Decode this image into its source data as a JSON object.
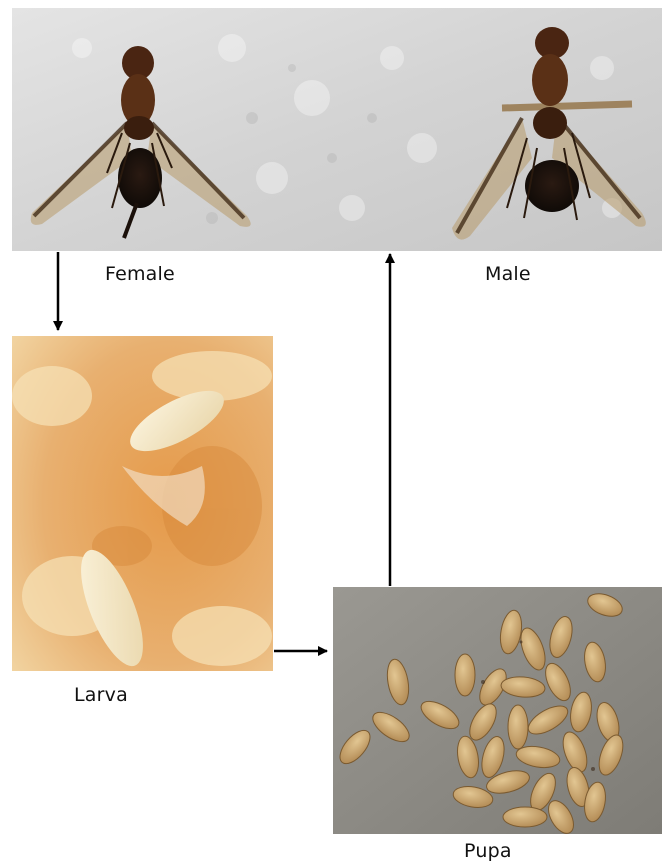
{
  "stages": {
    "female": "Female",
    "male": "Male",
    "larva": "Larva",
    "pupa": "Pupa"
  },
  "colors": {
    "styrofoam": "#dcdcdc",
    "fly_body": "#3a1e0e",
    "wing_tint": "#b89a6a",
    "fruit_flesh": "#e8a860",
    "larva_body": "#f4e7c8",
    "pupa_shell": "#c9a46e",
    "pupa_background": "#8c8a84",
    "arrow": "#000000"
  }
}
